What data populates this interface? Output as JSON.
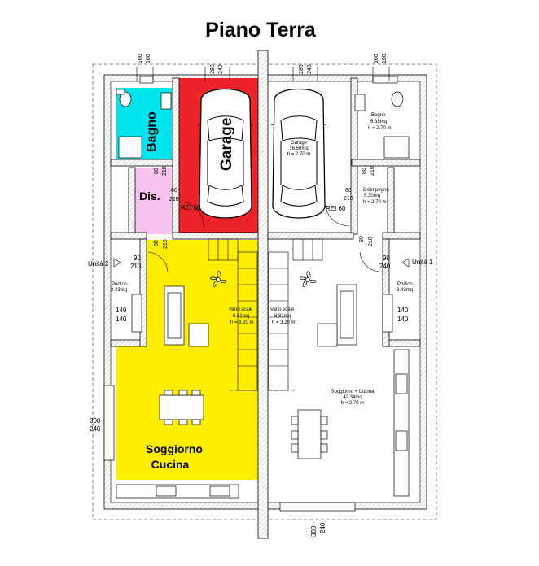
{
  "title": "Piano Terra",
  "rooms": {
    "left": {
      "bagno": "Bagno",
      "garage": "Garage",
      "dis": "Dis.",
      "soggiorno_line1": "Soggiorno",
      "soggiorno_line2": "Cucina",
      "portico": "Portico",
      "portico_area": "3.43mq",
      "vano_scale": "Vano scale",
      "vano_scale_area": "6.81mq",
      "vano_scale_h": "h = 3.20 m",
      "unit": "Unità 2"
    },
    "right": {
      "garage": "Garage",
      "garage_area": "16.50mq",
      "garage_h": "h = 2.70 m",
      "bagno": "Bagno",
      "bagno_area": "6.38mq",
      "bagno_h": "h = 2.70 m",
      "disimpegno": "Disimpegno",
      "disimpegno_area": "5.30mq",
      "disimpegno_h": "h = 2.70 m",
      "portico": "Portico",
      "portico_area": "3.43mq",
      "vano_scale": "Vano scale",
      "vano_scale_area": "6.81mq",
      "vano_scale_h": "h = 3.20 m",
      "soggiorno": "Soggiorno + Cucina",
      "soggiorno_area": "42.34mq",
      "soggiorno_h": "h = 2.70 m",
      "unit": "Unità 1"
    }
  },
  "labels": {
    "rei_left": "REI 60",
    "rei_right": "REI 60"
  },
  "dims": {
    "top_l1": "100",
    "top_l2": "100",
    "top_g1a": "280",
    "top_g1b": "240",
    "top_g2a": "280",
    "top_g2b": "240",
    "top_r1": "100",
    "top_r2": "100",
    "bagno_door_a": "80",
    "bagno_door_b": "210",
    "dis_door_a": "80",
    "dis_door_b": "210",
    "dis2_door_a": "80",
    "dis2_door_b": "210",
    "rgarage_door_a": "80",
    "rgarage_door_b": "210",
    "rbagno_door_a": "80",
    "rbagno_door_b": "210",
    "rdis_door_a": "80",
    "rdis_door_b": "210",
    "entry_l_a": "90",
    "entry_l_b": "210",
    "entry_r_a": "90",
    "entry_r_b": "240",
    "win_l_a": "140",
    "win_l_b": "140",
    "win_r_a": "140",
    "win_r_b": "140",
    "win_l2_a": "300",
    "win_l2_b": "240",
    "win_bot_a": "300",
    "win_bot_b": "240"
  },
  "colors": {
    "bagno": "#00e5ee",
    "garage": "#ee2229",
    "disimpegno": "#f7c4f0",
    "soggiorno": "#ffee00"
  }
}
